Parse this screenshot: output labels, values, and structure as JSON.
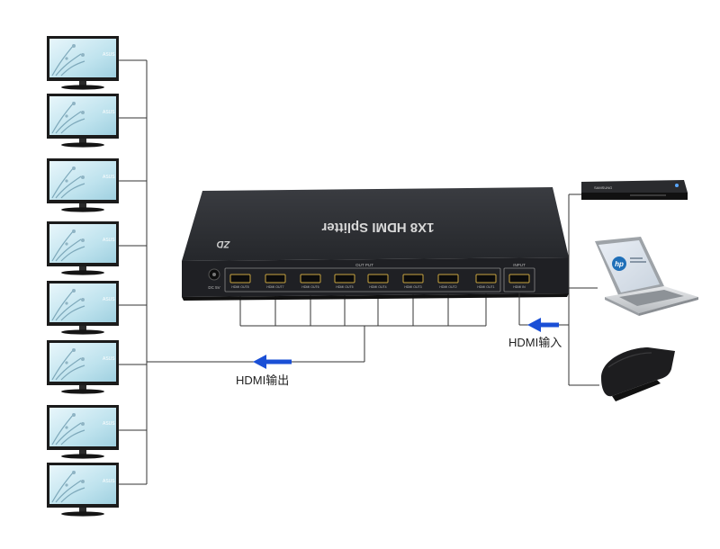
{
  "device": {
    "title": "1X8 HDMI Splitter",
    "output_group_label": "OUT PUT",
    "input_group_label": "INPUT",
    "power_label": "DC 5V",
    "output_ports": [
      "HDMI OUT8",
      "HDMI OUT7",
      "HDMI OUT6",
      "HDMI OUT5",
      "HDMI OUT4",
      "HDMI OUT3",
      "HDMI OUT2",
      "HDMI OUT1"
    ],
    "input_port": "HDMI IN",
    "logo": "ZD"
  },
  "monitors": {
    "count": 8,
    "brand": "ASUS"
  },
  "sources": [
    {
      "name": "blu-ray-player",
      "brand": "SAMSUNG"
    },
    {
      "name": "laptop",
      "brand": "hp"
    },
    {
      "name": "game-console",
      "brand": ""
    }
  ],
  "labels": {
    "output": "HDMI输出",
    "input": "HDMI输入"
  },
  "colors": {
    "arrow": "#1a4fd6",
    "device_body": "#2b2d31",
    "wire": "#333333",
    "screen": "#bfe3ee"
  }
}
